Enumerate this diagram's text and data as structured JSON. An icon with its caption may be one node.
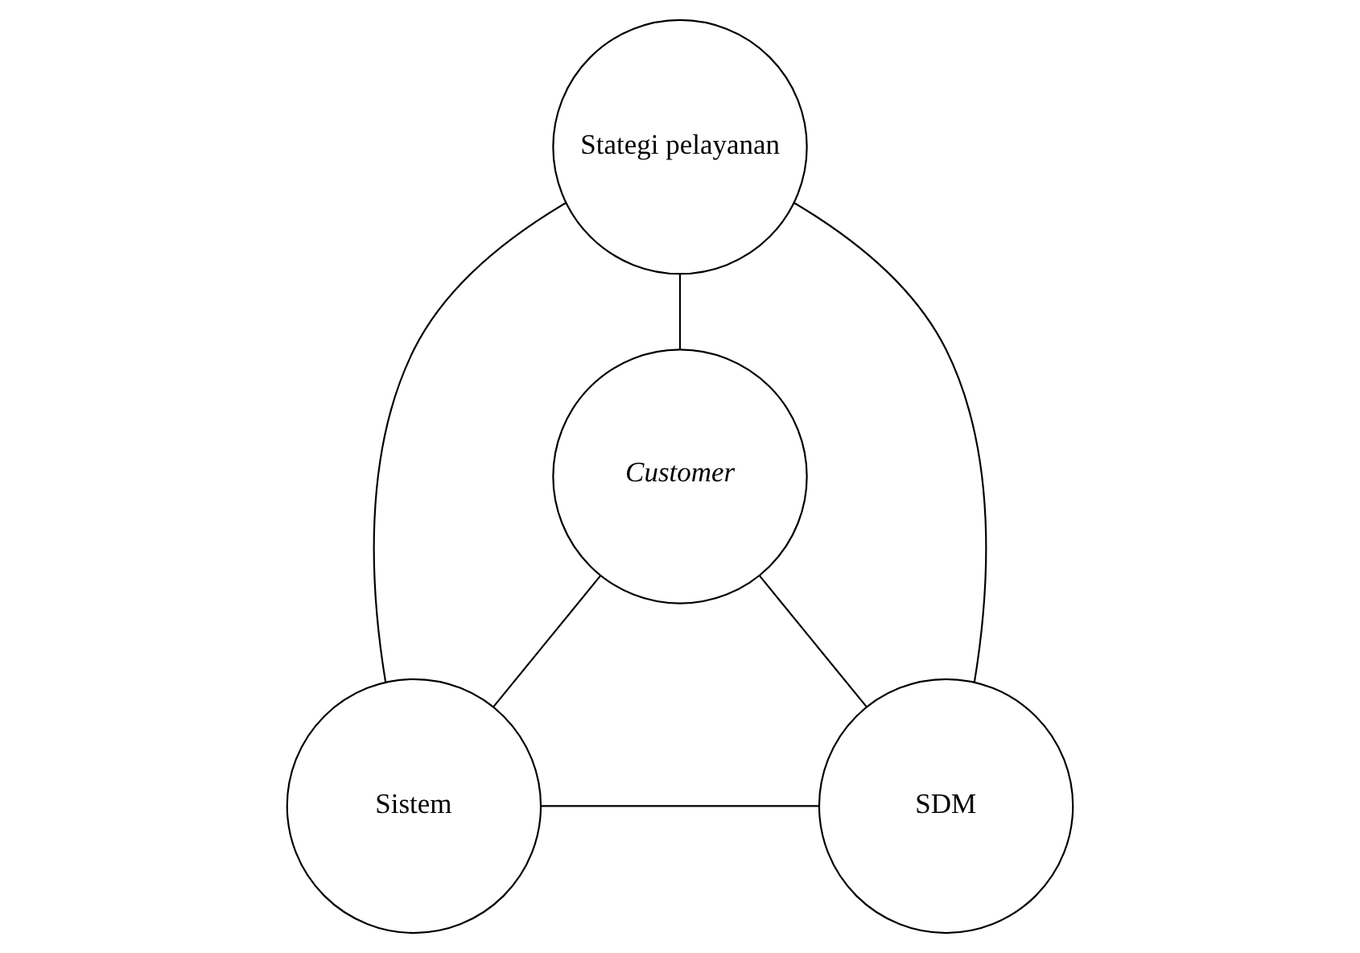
{
  "diagram": {
    "nodes": [
      {
        "text": [
          "Stategi pelayanan"
        ]
      },
      {
        "text": [
          "Customer"
        ]
      },
      {
        "text": [
          "Sistem"
        ]
      },
      {
        "text": [
          "SDM"
        ]
      }
    ],
    "edges": [
      {
        "from": 0,
        "to": 2,
        "arrow": "none"
      },
      {
        "from": 0,
        "to": 1,
        "arrow": "none"
      },
      {
        "from": 0,
        "to": 3,
        "arrow": "none"
      },
      {
        "from": 1,
        "to": 2,
        "arrow": "none"
      },
      {
        "from": 1,
        "to": 3,
        "arrow": "none"
      },
      {
        "from": 2,
        "to": 3,
        "arrow": "none"
      }
    ]
  }
}
